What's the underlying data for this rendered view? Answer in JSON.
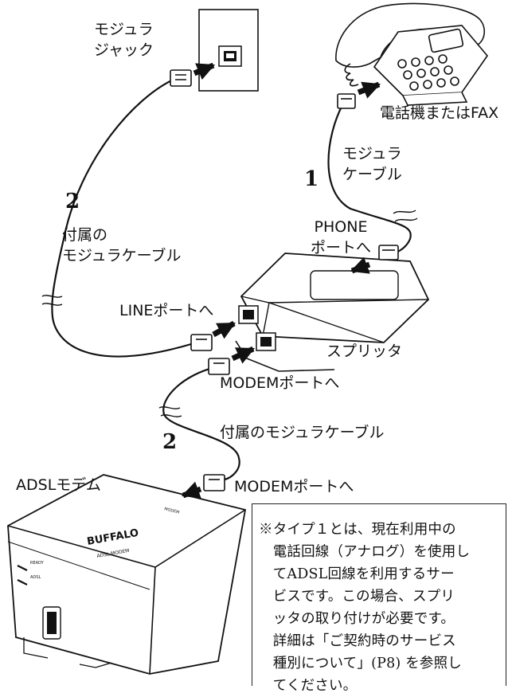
{
  "labels": {
    "modular_jack": "モジュラ\nジャック",
    "phone_fax": "電話機またはFAX",
    "modular_cable": "モジュラ\nケーブル",
    "step1": "1",
    "step2_top": "2",
    "included_cable_top": "付属の\nモジュラケーブル",
    "phone_port": "PHONE\nポートへ",
    "line_port": "LINEポートへ",
    "splitter": "スプリッタ",
    "modem_port_splitter": "MODEMポートへ",
    "step2_bottom": "2",
    "included_cable_bottom": "付属のモジュラケーブル",
    "adsl_modem": "ADSLモデム",
    "modem_port_adsl": "MODEMポートへ"
  },
  "device_text": {
    "brand": "BUFFALO",
    "model": "ADSL MODEM",
    "port": "MODEM",
    "led_ready": "READY",
    "led_adsl": "ADSL"
  },
  "note": {
    "text": "※タイプ１とは、現在利用中の\n　電話回線（アナログ）を使用し\n　てADSL回線を利用するサー\n　ビスです。この場合、スプリ\n　ッタの取り付けが必要です。\n　詳細は「ご契約時のサービス\n　種別について」(P8) を参照し\n　てください。"
  }
}
